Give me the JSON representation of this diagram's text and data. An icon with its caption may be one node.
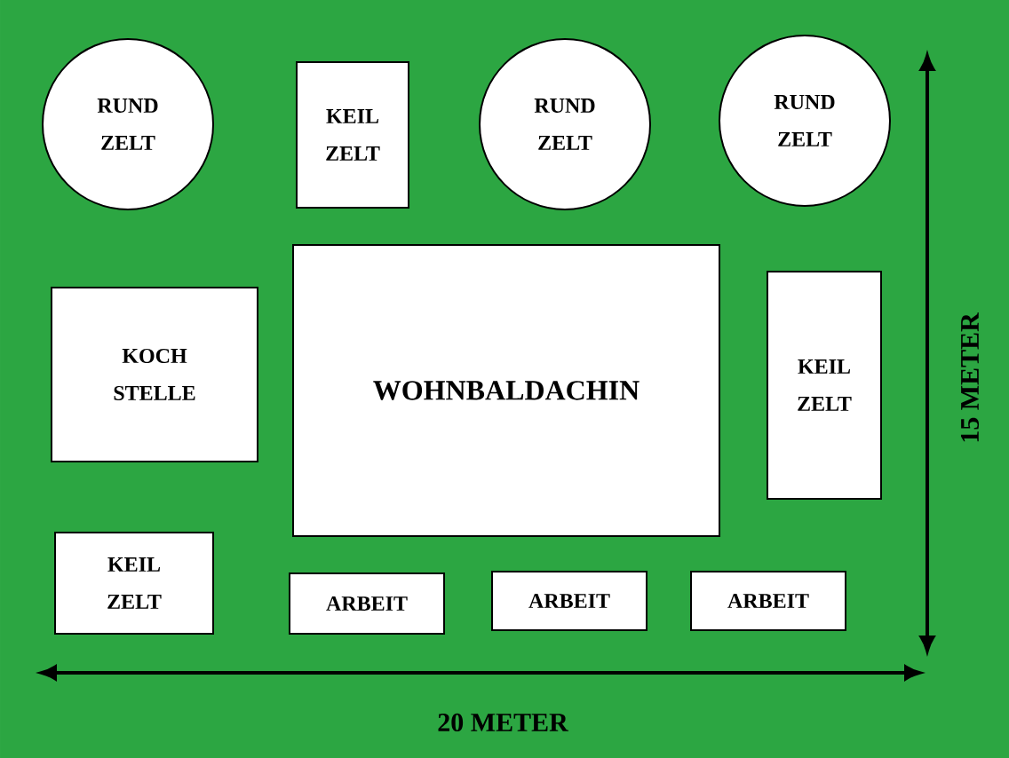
{
  "diagram": {
    "nodes": [
      {
        "text": [
          "RUND ZELT"
        ]
      },
      {
        "text": [
          "KEIL ZELT"
        ]
      },
      {
        "text": [
          "RUND ZELT"
        ]
      },
      {
        "text": [
          "RUND ZELT"
        ]
      },
      {
        "text": [
          "KOCH STELLE"
        ]
      },
      {
        "text": [
          "WOHNBALDACHIN"
        ]
      },
      {
        "text": [
          "KEIL ZELT"
        ]
      },
      {
        "text": [
          "KEIL ZELT"
        ]
      },
      {
        "text": [
          "ARBEIT"
        ]
      },
      {
        "text": [
          "ARBEIT"
        ]
      },
      {
        "text": [
          "ARBEIT"
        ]
      }
    ],
    "labels": [
      "15 METER",
      "20 METER"
    ]
  }
}
